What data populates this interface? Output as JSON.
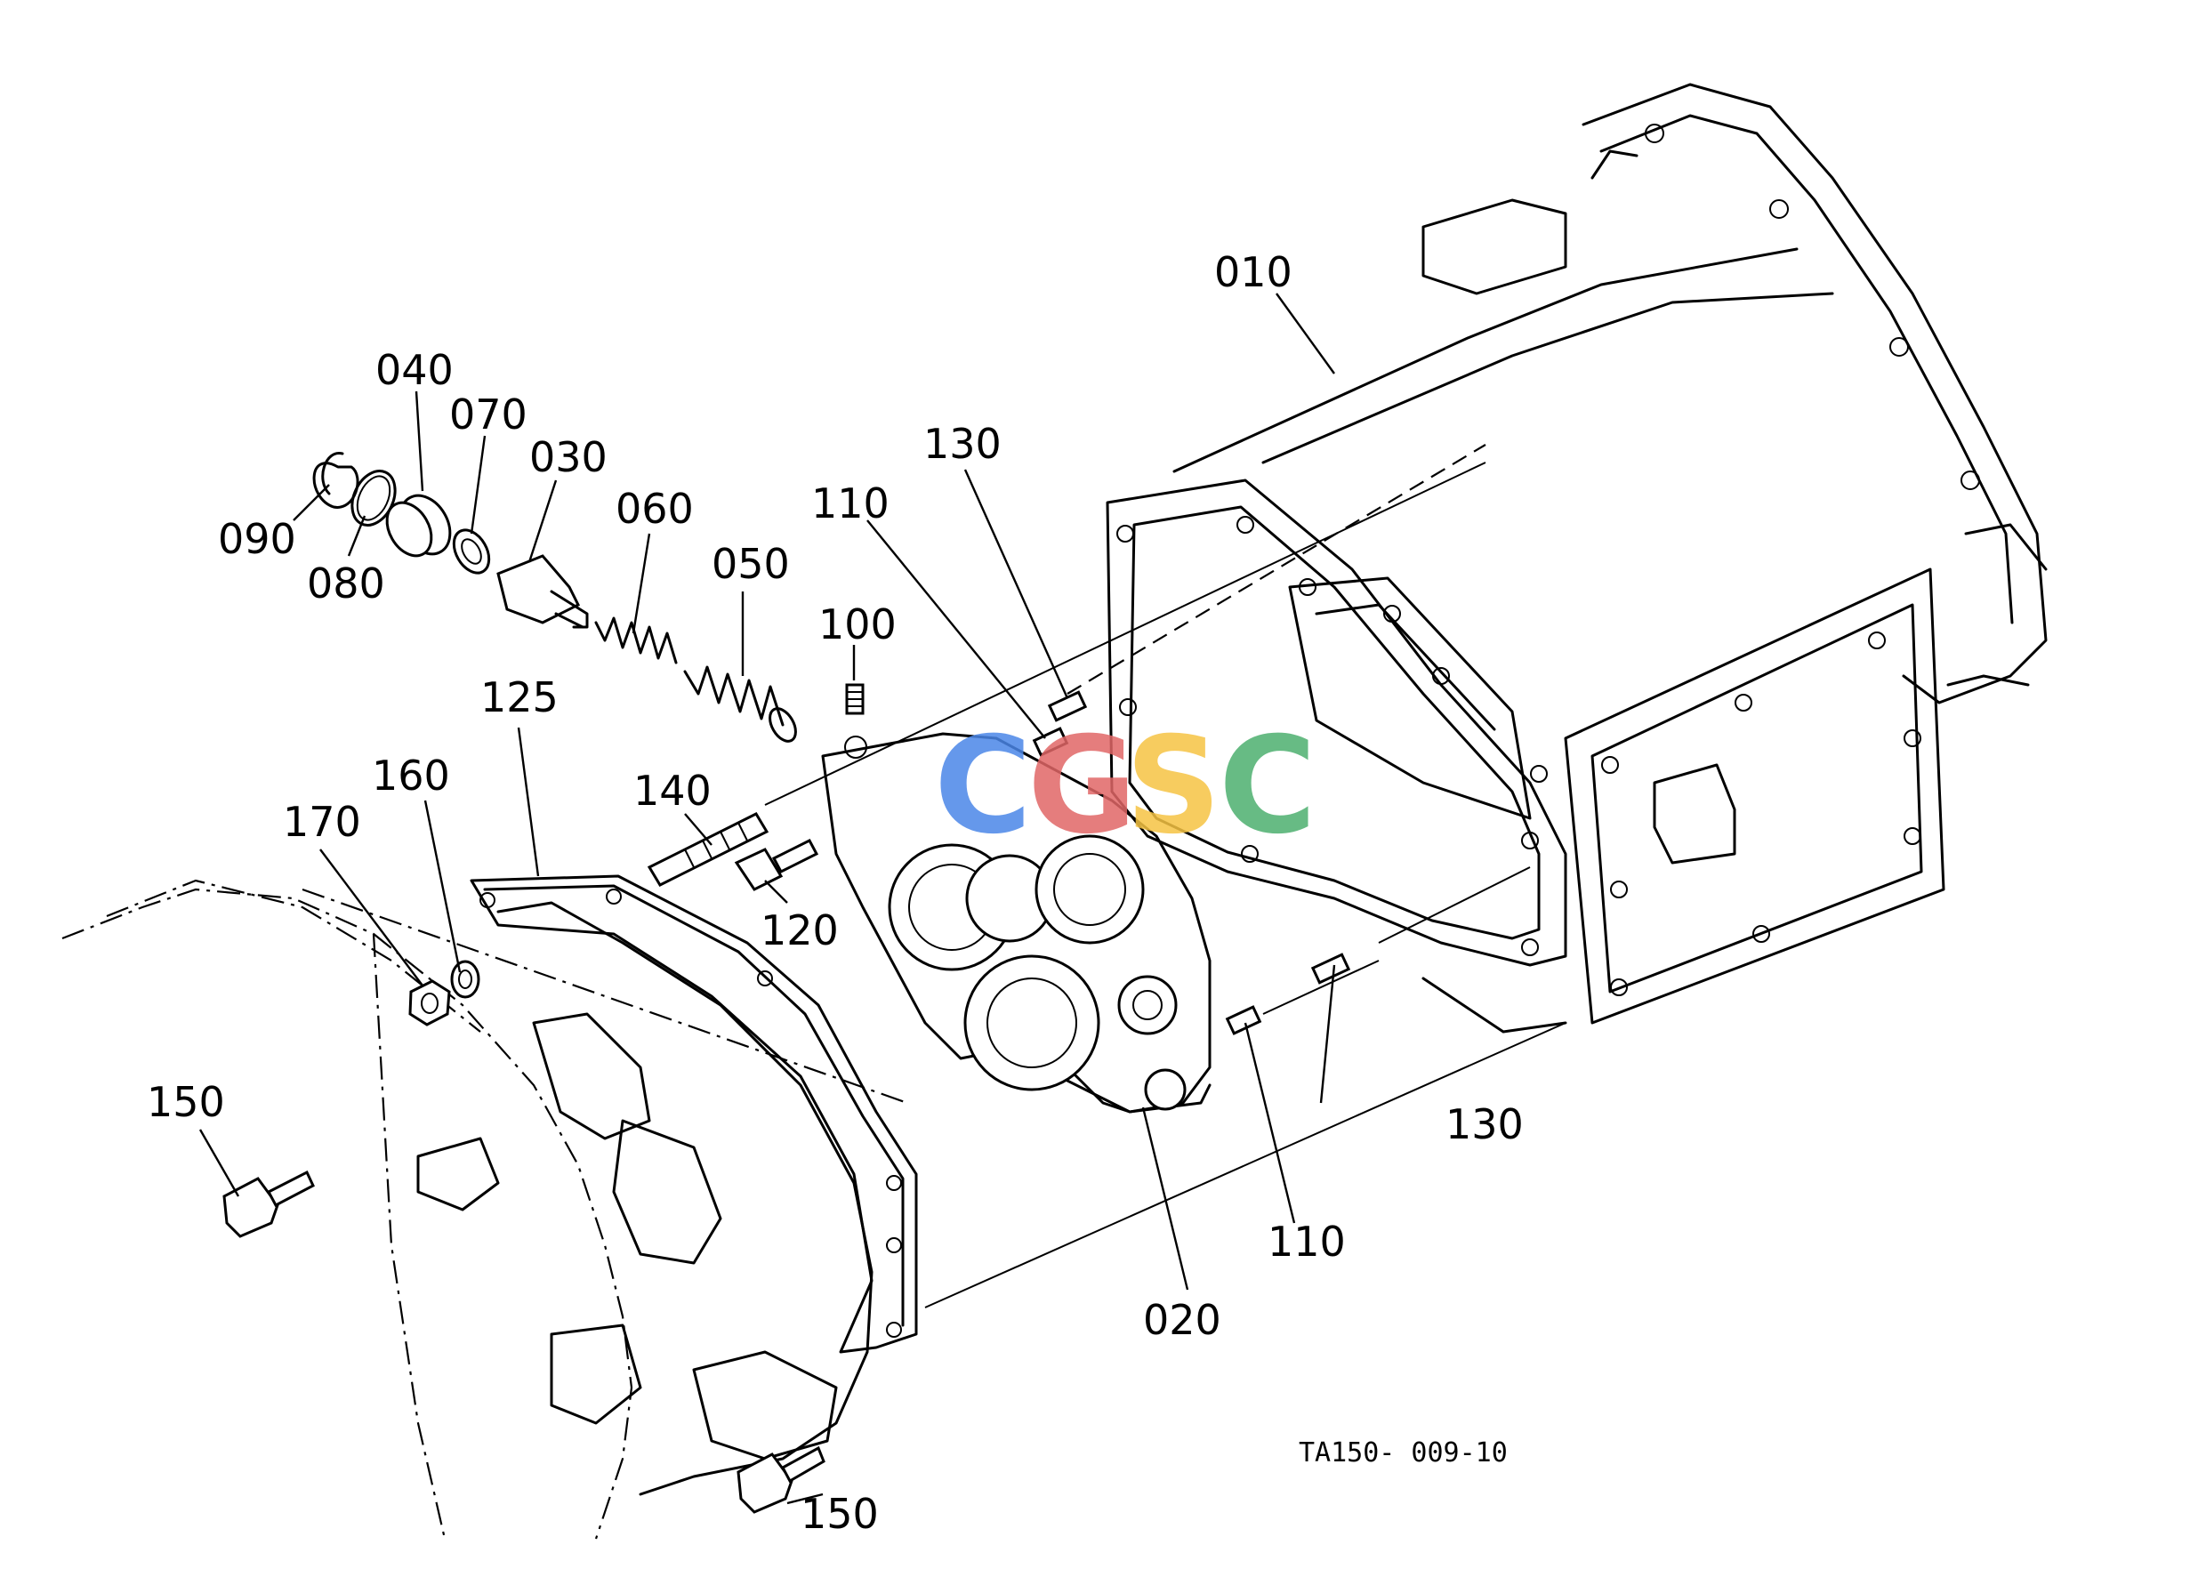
{
  "diagram": {
    "drawing_code": "TA150- 009-10",
    "watermark": {
      "letters": [
        "C",
        "G",
        "S",
        "C"
      ],
      "colors": [
        "#4a86e8",
        "#e06666",
        "#f6c343",
        "#4caf6e"
      ]
    },
    "callouts": [
      {
        "id": "c010",
        "label": "010"
      },
      {
        "id": "c020",
        "label": "020"
      },
      {
        "id": "c030",
        "label": "030"
      },
      {
        "id": "c040",
        "label": "040"
      },
      {
        "id": "c050",
        "label": "050"
      },
      {
        "id": "c060",
        "label": "060"
      },
      {
        "id": "c070",
        "label": "070"
      },
      {
        "id": "c080",
        "label": "080"
      },
      {
        "id": "c090",
        "label": "090"
      },
      {
        "id": "c100",
        "label": "100"
      },
      {
        "id": "c110a",
        "label": "110"
      },
      {
        "id": "c110b",
        "label": "110"
      },
      {
        "id": "c120",
        "label": "120"
      },
      {
        "id": "c125",
        "label": "125"
      },
      {
        "id": "c130a",
        "label": "130"
      },
      {
        "id": "c130b",
        "label": "130"
      },
      {
        "id": "c140",
        "label": "140"
      },
      {
        "id": "c150a",
        "label": "150"
      },
      {
        "id": "c150b",
        "label": "150"
      },
      {
        "id": "c160",
        "label": "160"
      },
      {
        "id": "c170",
        "label": "170"
      }
    ]
  }
}
